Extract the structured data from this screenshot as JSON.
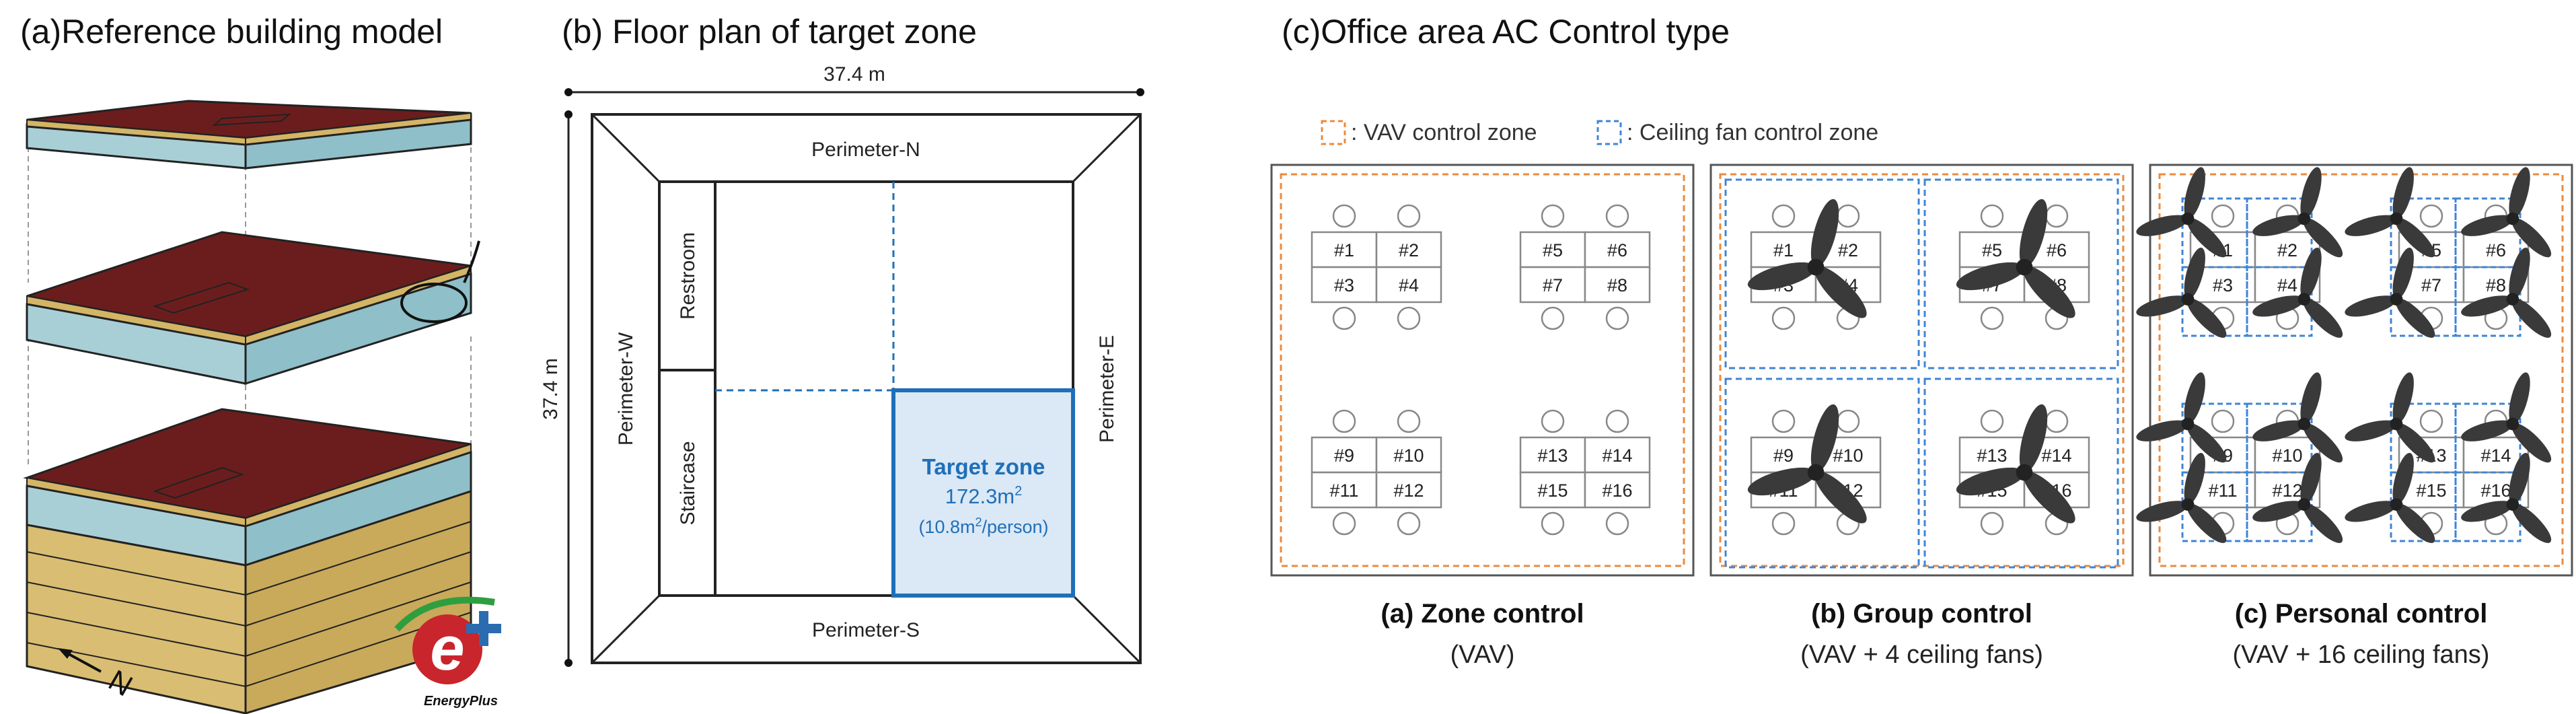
{
  "panel_a": {
    "title": "(a)Reference building model",
    "compass_label": "N",
    "logo_letter": "e",
    "logo_caption": "EnergyPlus"
  },
  "panel_b": {
    "title": "(b) Floor plan of target zone",
    "width_label": "37.4 m",
    "height_label": "37.4 m",
    "zones": {
      "north": "Perimeter-N",
      "south": "Perimeter-S",
      "east": "Perimeter-E",
      "west": "Perimeter-W",
      "restroom": "Restroom",
      "staircase": "Staircase"
    },
    "target": {
      "name": "Target zone",
      "area_value": "172.3m",
      "area_sup": "2",
      "per_person_a": "(10.8m",
      "per_person_sup": "2",
      "per_person_b": "/person)"
    }
  },
  "panel_c": {
    "title": "(c)Office area AC Control type",
    "legend": {
      "vav": ": VAV control zone",
      "fan": ": Ceiling fan control zone"
    },
    "desk_labels": [
      "#1",
      "#2",
      "#3",
      "#4",
      "#5",
      "#6",
      "#7",
      "#8",
      "#9",
      "#10",
      "#11",
      "#12",
      "#13",
      "#14",
      "#15",
      "#16"
    ],
    "subpanels": [
      {
        "caption": "(a) Zone control",
        "subcaption": "(VAV)"
      },
      {
        "caption": "(b) Group control",
        "subcaption": "(VAV + 4 ceiling fans)"
      },
      {
        "caption": "(c) Personal control",
        "subcaption": "(VAV + 16 ceiling fans)"
      }
    ]
  },
  "colors": {
    "roof": "#6b1d1d",
    "glass": "#a9cfd6",
    "facade": "#d4b566",
    "vav_orange": "#ed8a3c",
    "fan_blue": "#3f84d6",
    "target_blue": "#1f6fb8",
    "target_fill": "#dbe8f6",
    "fan_gray": "#3a3a3a"
  }
}
